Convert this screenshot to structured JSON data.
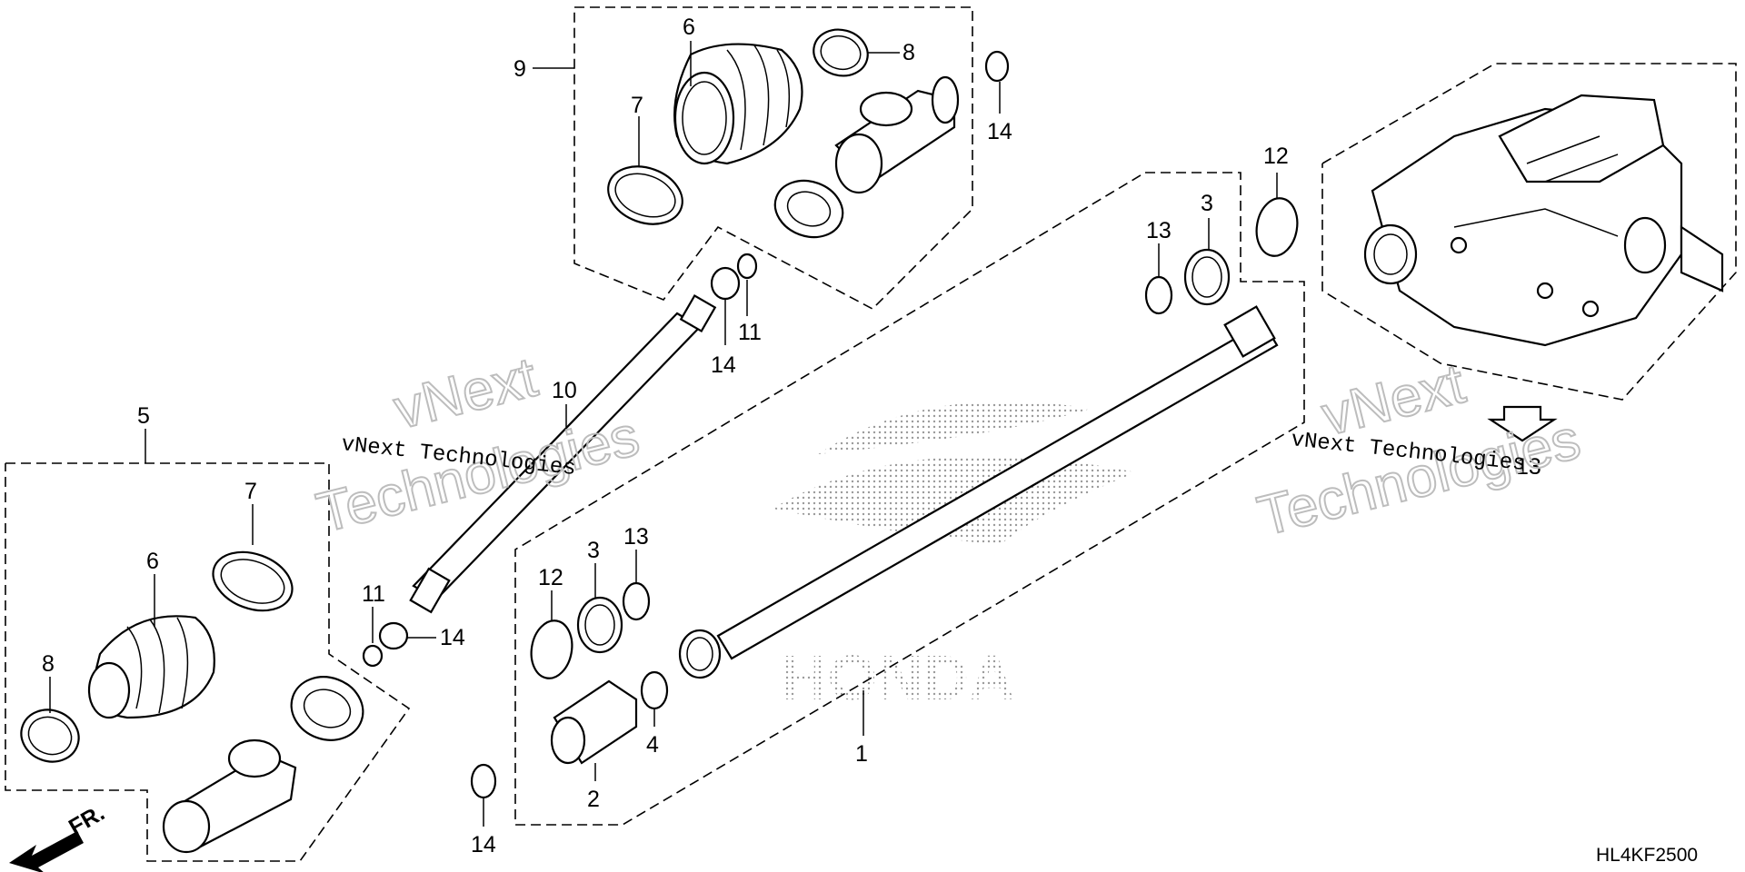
{
  "diagram": {
    "drawing_code": "HL4KF2500",
    "front_label": "FR.",
    "brand_watermark": "HONDA",
    "watermarks": [
      {
        "big1": "vNext",
        "big2": "Technologies",
        "small": "vNext Technologies"
      },
      {
        "big1": "vNext",
        "big2": "Technologies",
        "small": "vNext Technologies"
      }
    ],
    "callouts": {
      "c9": "9",
      "c6_top": "6",
      "c8_top": "8",
      "c7_top": "7",
      "c14_topright": "14",
      "c12_right": "12",
      "c3_right": "3",
      "c13_right": "13",
      "c11_mid": "11",
      "c14_mid": "14",
      "c10": "10",
      "c5": "5",
      "c7_left": "7",
      "c6_left": "6",
      "c8_left": "8",
      "c11_left": "11",
      "c14_left": "14",
      "c12_center": "12",
      "c3_center": "3",
      "c13_center": "13",
      "c2": "2",
      "c4": "4",
      "c1": "1",
      "c14_bottom": "14",
      "c13_assembly": "13"
    }
  }
}
